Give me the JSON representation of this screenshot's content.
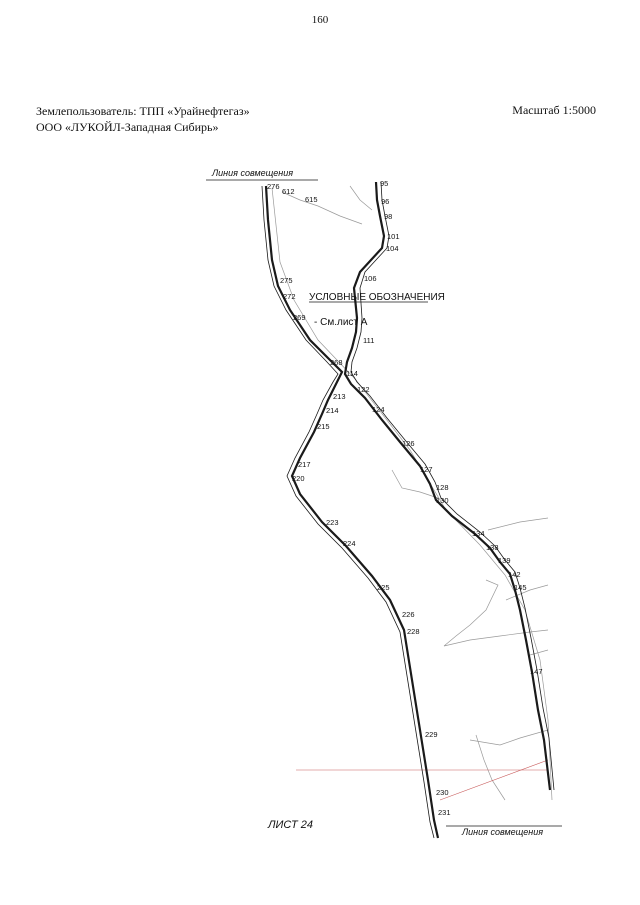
{
  "page_number": "160",
  "header": {
    "land_user_line1": "Землепользователь: ТПП «Урайнефтегаз»",
    "land_user_line2": "ООО «ЛУКОЙЛ-Западная Сибирь»",
    "scale": "Масштаб 1:5000"
  },
  "map": {
    "combination_line_top": "Линия совмещения",
    "combination_line_bottom": "Линия совмещения",
    "legend_title": "УСЛОВНЫЕ ОБОЗНАЧЕНИЯ",
    "legend_ref": "- См.лист А",
    "sheet_label": "ЛИСТ 24",
    "point_labels": {
      "p95": "95",
      "p96": "96",
      "p98": "98",
      "p101": "101",
      "p104": "104",
      "p106": "106",
      "p111": "111",
      "p114": "114",
      "p122": "122",
      "p124": "124",
      "p126": "126",
      "p127": "127",
      "p128": "128",
      "p130": "130",
      "p134": "134",
      "p138": "138",
      "p139": "139",
      "p142": "142",
      "p145": "145",
      "p147": "147",
      "p276": "276",
      "p612": "612",
      "p615": "615",
      "p275": "275",
      "p272": "272",
      "p269": "269",
      "p268": "268",
      "p213": "213",
      "p214": "214",
      "p215": "215",
      "p217": "217",
      "p220": "220",
      "p223": "223",
      "p224": "224",
      "p225": "225",
      "p226": "226",
      "p228": "228",
      "p229": "229",
      "p230": "230",
      "p231": "231"
    }
  }
}
